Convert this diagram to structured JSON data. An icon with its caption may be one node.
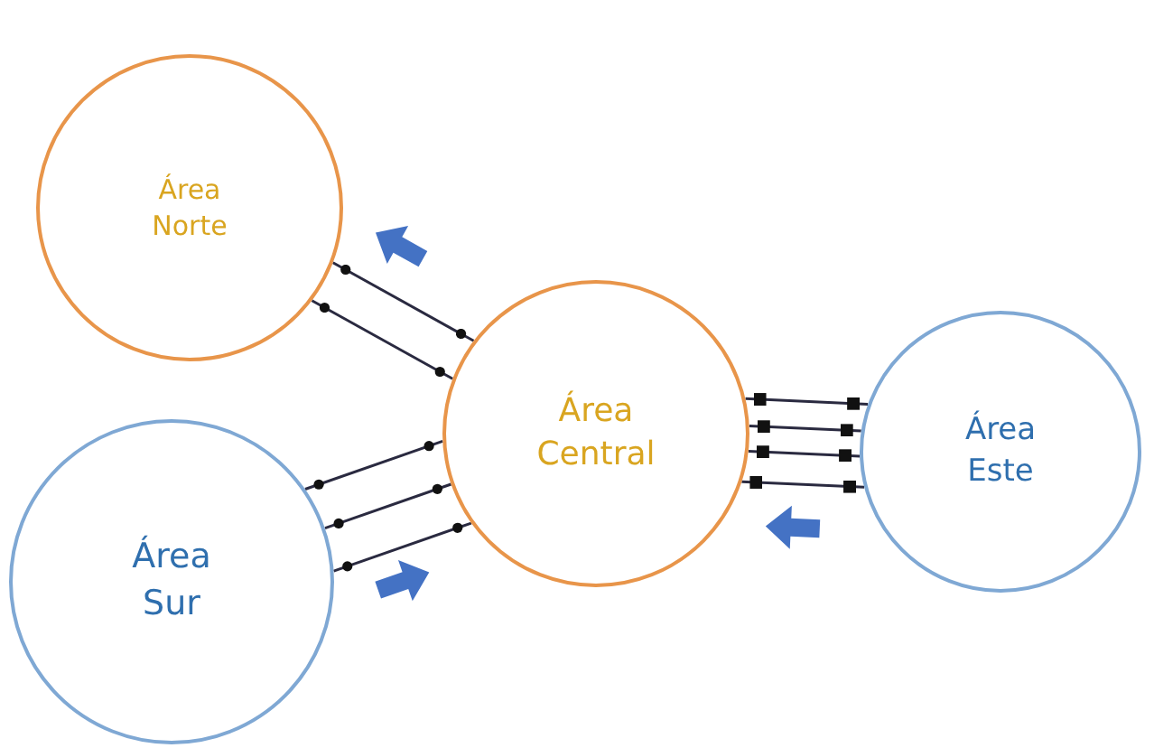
{
  "diagram": {
    "nodes": [
      {
        "text": [
          "Área Norte"
        ]
      },
      {
        "text": [
          "Área Central"
        ]
      },
      {
        "text": [
          "Área Sur"
        ]
      },
      {
        "text": [
          "Área Este"
        ]
      }
    ],
    "edges": [
      {
        "from": 0,
        "to": 1,
        "arrow": "other"
      },
      {
        "from": 0,
        "to": 1,
        "arrow": "other"
      },
      {
        "from": 2,
        "to": 1,
        "arrow": "other"
      },
      {
        "from": 2,
        "to": 1,
        "arrow": "other"
      },
      {
        "from": 2,
        "to": 1,
        "arrow": "other"
      },
      {
        "from": 1,
        "to": 3,
        "arrow": "other"
      },
      {
        "from": 1,
        "to": 3,
        "arrow": "other"
      },
      {
        "from": 1,
        "to": 3,
        "arrow": "other"
      },
      {
        "from": 1,
        "to": 3,
        "arrow": "other"
      },
      {
        "from": 1,
        "to": 0,
        "arrow": "to",
        "style": "thick",
        "color": "#4472c4"
      },
      {
        "from": 2,
        "to": 1,
        "arrow": "to",
        "style": "thick",
        "color": "#4472c4"
      },
      {
        "from": 3,
        "to": 1,
        "arrow": "to",
        "style": "thick",
        "color": "#4472c4"
      }
    ]
  }
}
